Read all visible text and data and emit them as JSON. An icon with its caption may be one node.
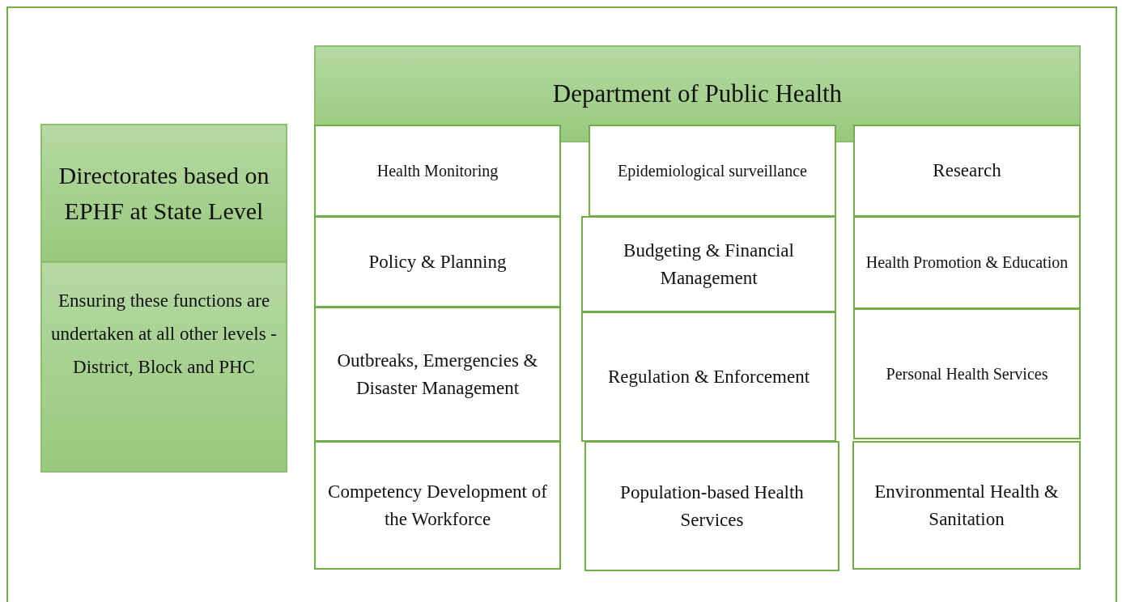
{
  "diagram": {
    "nodes": [
      {
        "text": [
          "Directorates based on EPHF at State Level"
        ]
      },
      {
        "text": [
          "Ensuring these functions are undertaken at all other levels - District, Block and PHC"
        ]
      },
      {
        "text": [
          "Department of Public Health"
        ]
      },
      {
        "text": [
          "Health Monitoring"
        ]
      },
      {
        "text": [
          "Epidemiological surveillance"
        ]
      },
      {
        "text": [
          "Research"
        ]
      },
      {
        "text": [
          "Policy & Planning"
        ]
      },
      {
        "text": [
          "Budgeting & Financial Management"
        ]
      },
      {
        "text": [
          "Health Promotion & Education"
        ]
      },
      {
        "text": [
          "Outbreaks, Emergencies & Disaster Management"
        ]
      },
      {
        "text": [
          "Regulation & Enforcement"
        ]
      },
      {
        "text": [
          "Personal Health Services"
        ]
      },
      {
        "text": [
          "Competency Development of the Workforce"
        ]
      },
      {
        "text": [
          "Population-based Health Services"
        ]
      },
      {
        "text": [
          "Environmental Health & Sanitation"
        ]
      }
    ]
  }
}
